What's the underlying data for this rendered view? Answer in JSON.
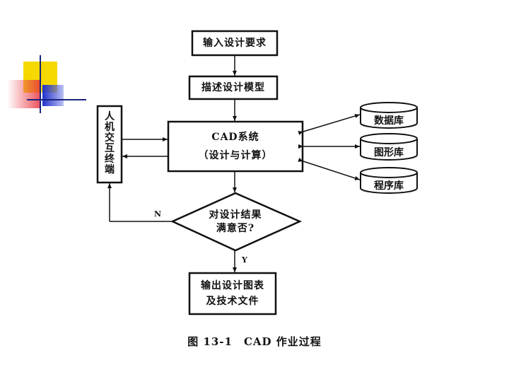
{
  "nodes": {
    "input_requirements": "输入设计要求",
    "describe_model": "描述设计模型",
    "cad_system": "CAD系统",
    "design_compute": "（设计与计算）",
    "terminal": "人\n机\n交\n互\n终\n端",
    "decision_line1": "对设计结果",
    "decision_line2": "满意否?",
    "output_line1": "输出设计图表",
    "output_line2": "及技术文件"
  },
  "databases": [
    "数据库",
    "图形库",
    "程序库"
  ],
  "edges": {
    "no_label": "N",
    "yes_label": "Y"
  },
  "caption": "图 13-1　CAD 作业过程",
  "colors": {
    "deco_yellow": "#f5d800",
    "deco_red": "#e8303a",
    "deco_blue": "#2233cc",
    "deco_line": "#1a237e",
    "line": "#111111"
  }
}
